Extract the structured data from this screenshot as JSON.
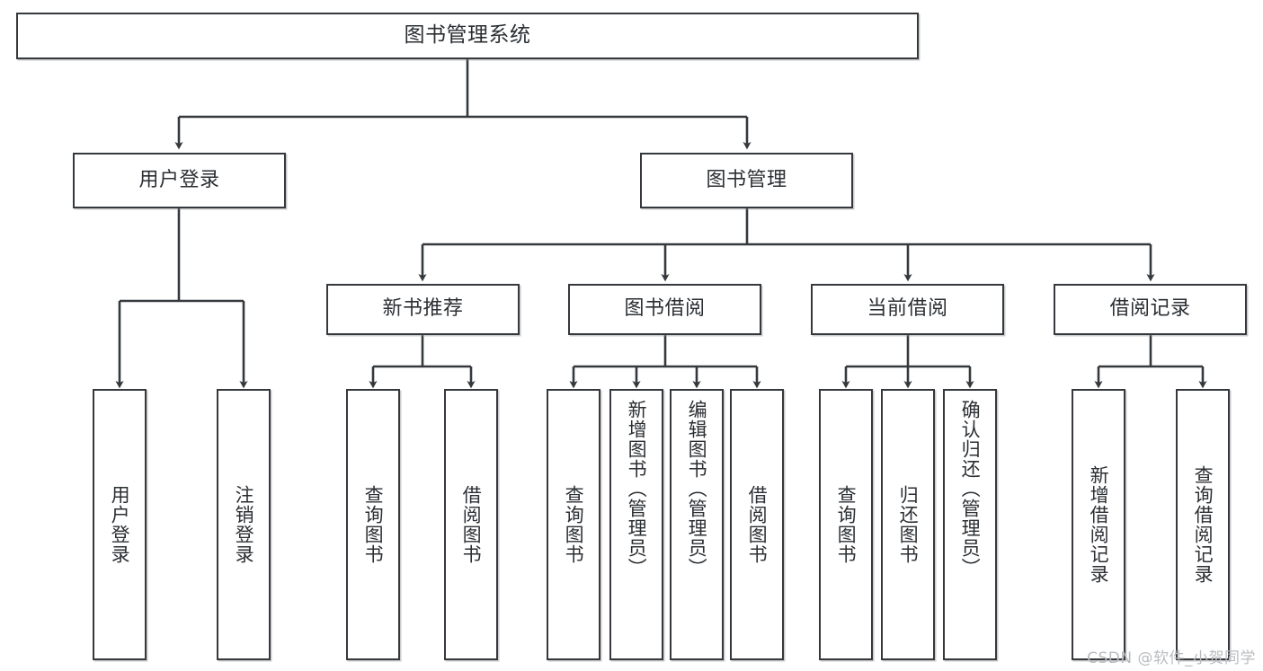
{
  "diagram": {
    "title": "图书管理系统",
    "type": "hierarchy-tree",
    "watermark": "CSDN @软件_小贺同学",
    "root": {
      "label": "图书管理系统"
    },
    "level2": [
      {
        "label": "用户登录"
      },
      {
        "label": "图书管理"
      }
    ],
    "level3": [
      {
        "label": "新书推荐"
      },
      {
        "label": "图书借阅"
      },
      {
        "label": "当前借阅"
      },
      {
        "label": "借阅记录"
      }
    ],
    "leaves": {
      "user_login": [
        {
          "label": "用户登录"
        },
        {
          "label": "注销登录"
        }
      ],
      "new_book_recommend": [
        {
          "label": "查询图书"
        },
        {
          "label": "借阅图书"
        }
      ],
      "book_borrow": [
        {
          "label": "查询图书"
        },
        {
          "label": "新增图书（管理员）"
        },
        {
          "label": "编辑图书（管理员）"
        },
        {
          "label": "借阅图书"
        }
      ],
      "current_borrow": [
        {
          "label": "查询图书"
        },
        {
          "label": "归还图书"
        },
        {
          "label": "确认归还（管理员）"
        }
      ],
      "borrow_record": [
        {
          "label": "新增借阅记录"
        },
        {
          "label": "查询借阅记录"
        }
      ]
    },
    "colors": {
      "border": "#35393d",
      "text": "#2b2f33",
      "background": "#ffffff",
      "watermark": "#b9bcbf"
    }
  }
}
